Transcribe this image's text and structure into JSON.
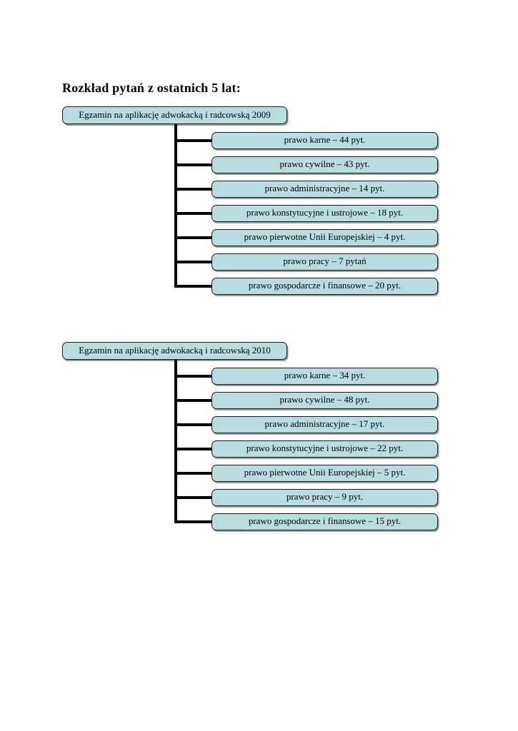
{
  "page": {
    "title": "Rozkład pytań z ostatnich 5 lat:"
  },
  "colors": {
    "box_fill": "#b8dde0",
    "box_border": "#1a1a1a",
    "connector": "#000000",
    "shadow": "#9b9b9b",
    "background": "#ffffff"
  },
  "trees": [
    {
      "root": "Egzamin na aplikację adwokacką i radcowską 2009",
      "children": [
        {
          "label": "prawo karne – 44 pyt."
        },
        {
          "label": "prawo cywilne – 43 pyt."
        },
        {
          "label": "prawo administracyjne – 14 pyt."
        },
        {
          "label": "prawo konstytucyjne i ustrojowe – 18 pyt."
        },
        {
          "label": "prawo pierwotne Unii Europejskiej – 4 pyt."
        },
        {
          "label": "prawo pracy – 7 pytań"
        },
        {
          "label": "prawo gospodarcze i finansowe – 20 pyt."
        }
      ]
    },
    {
      "root": "Egzamin na aplikację adwokacką i radcowską 2010",
      "children": [
        {
          "label": "prawo karne – 34 pyt."
        },
        {
          "label": "prawo cywilne – 48 pyt."
        },
        {
          "label": "prawo administracyjne – 17 pyt."
        },
        {
          "label": "prawo konstytucyjne i ustrojowe – 22 pyt."
        },
        {
          "label": "prawo pierwotne Unii Europejskiej – 5 pyt."
        },
        {
          "label": "prawo pracy – 9 pyt."
        },
        {
          "label": "prawo gospodarcze i finansowe – 15 pyt."
        }
      ]
    }
  ]
}
